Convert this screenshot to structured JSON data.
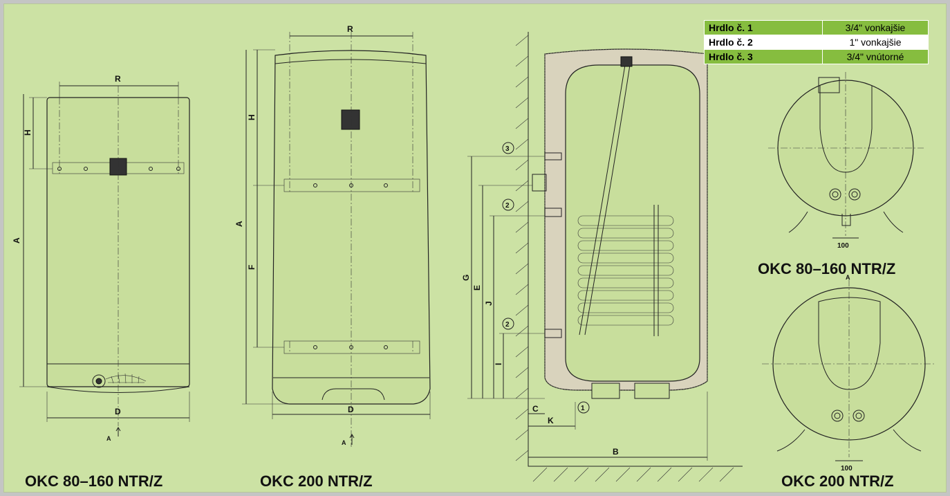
{
  "table": [
    {
      "label": "Hrdlo č. 1",
      "value": "3/4\" vonkajšie"
    },
    {
      "label": "Hrdlo č. 2",
      "value": "1\" vonkajšie"
    },
    {
      "label": "Hrdlo č. 3",
      "value": "3/4\" vnútorné"
    }
  ],
  "captions": {
    "front_small": "OKC 80–160 NTR/Z",
    "front_large": "OKC 200 NTR/Z",
    "top_small": "OKC 80–160 NTR/Z",
    "top_large": "OKC 200 NTR/Z"
  },
  "labels": {
    "R": "R",
    "H": "H",
    "A": "A",
    "D": "D",
    "F": "F",
    "G": "G",
    "E": "E",
    "J": "J",
    "I": "I",
    "C": "C",
    "K": "K",
    "B": "B",
    "view": "A",
    "size_100": "100",
    "port_1": "1",
    "port_2": "2",
    "port_3": "3"
  },
  "colors": {
    "background": "#cce2a4",
    "frame": "#c4c5c4",
    "row_green": "#86bd3f"
  }
}
